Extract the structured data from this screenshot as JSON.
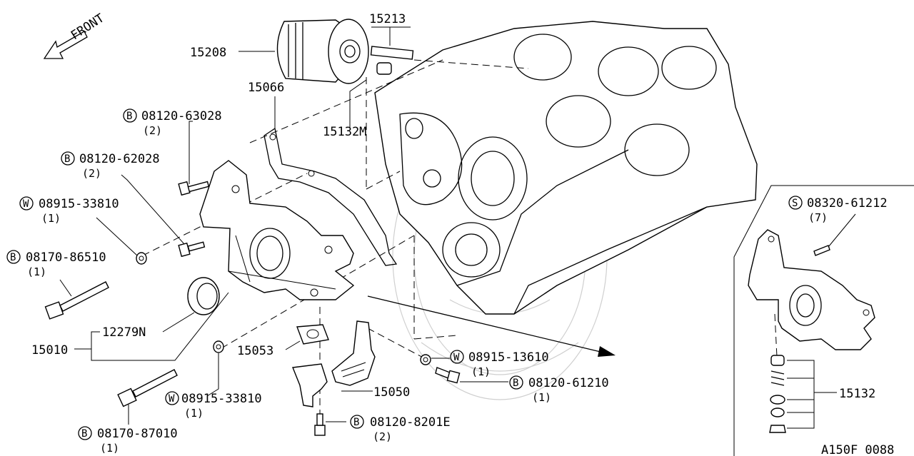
{
  "front_label": "FRONT",
  "diagram_code": "A150F 0088",
  "parts": {
    "p15208": "15208",
    "p15213": "15213",
    "p15066": "15066",
    "p15132M": "15132M",
    "p12279N": "12279N",
    "p15010": "15010",
    "p15053": "15053",
    "p15050": "15050",
    "p15132": "15132"
  },
  "fasteners": [
    {
      "marker": "B",
      "number": "08120-63028",
      "qty": "(2)"
    },
    {
      "marker": "B",
      "number": "08120-62028",
      "qty": "(2)"
    },
    {
      "marker": "W",
      "number": "08915-33810",
      "qty": "(1)"
    },
    {
      "marker": "B",
      "number": "08170-86510",
      "qty": "(1)"
    },
    {
      "marker": "W",
      "number": "08915-13610",
      "qty": "(1)"
    },
    {
      "marker": "B",
      "number": "08120-61210",
      "qty": "(1)"
    },
    {
      "marker": "W",
      "number": "08915-33810",
      "qty": "(1)"
    },
    {
      "marker": "B",
      "number": "08120-8201E",
      "qty": "(2)"
    },
    {
      "marker": "B",
      "number": "08170-87010",
      "qty": "(1)"
    },
    {
      "marker": "S",
      "number": "08320-61212",
      "qty": "(7)"
    }
  ],
  "colors": {
    "line": "#000000",
    "background": "#ffffff",
    "watermark": "#cfcfcf"
  }
}
